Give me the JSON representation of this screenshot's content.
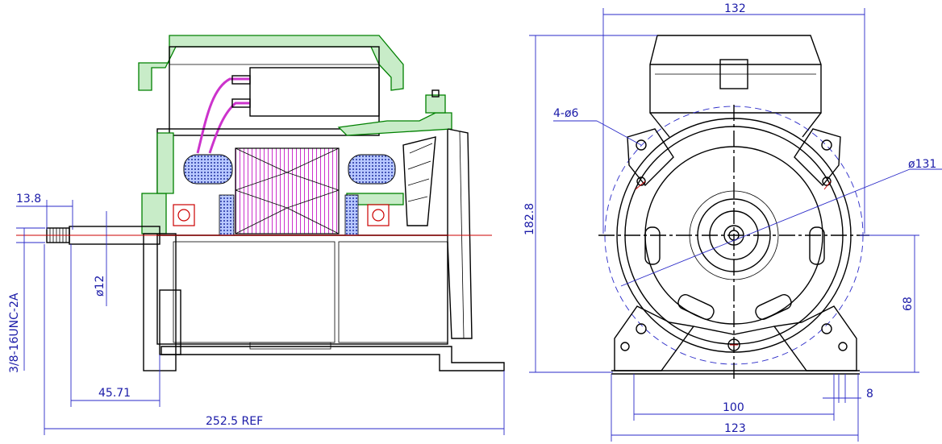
{
  "dimensions": {
    "side_view": {
      "thread_len": "13.8",
      "thread_spec": "3/8-16UNC-2A",
      "shaft_dia": "ø12",
      "shaft_to_flange": "45.71",
      "overall_len": "252.5 REF"
    },
    "front_view": {
      "width": "132",
      "height": "182.8",
      "mount_holes": "4-ø6",
      "pilot_dia": "ø131",
      "shaft_height": "68",
      "bolt_spacing": "100",
      "base_width": "123",
      "slot_width": "8"
    }
  },
  "colors": {
    "dimension": "#1a1aa8",
    "hatch": "#c8ecc8",
    "hatch_edge": "#008000",
    "winding": "#cc33cc",
    "centerline": "#cc0000"
  }
}
